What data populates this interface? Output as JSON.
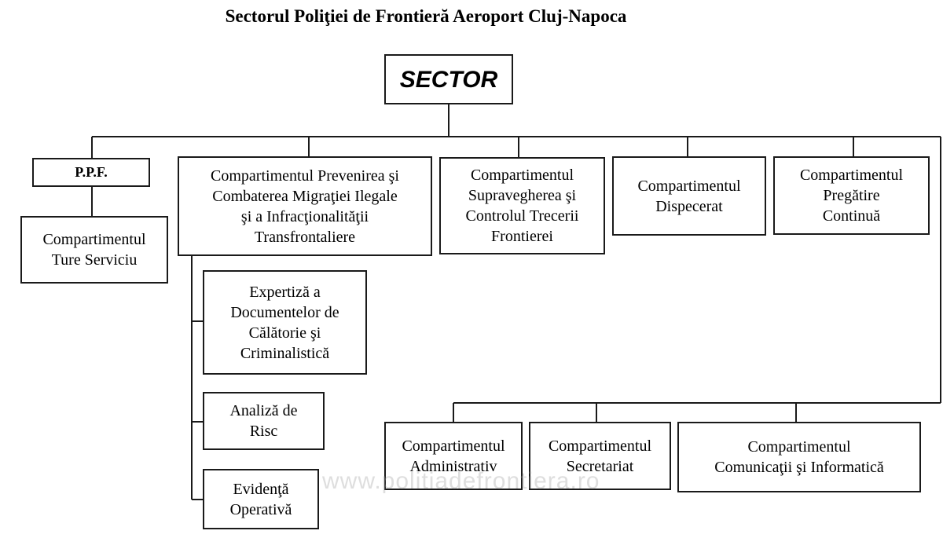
{
  "title": "Sectorul Poliţiei de Frontieră Aeroport Cluj-Napoca",
  "nodes": {
    "sector": "SECTOR",
    "ppf": "P.P.F.",
    "ture": "Compartimentul\nTure Serviciu",
    "migratie": "Compartimentul Prevenirea şi\nCombaterea Migraţiei Ilegale\nşi a Infracţionalităţii\nTransfrontaliere",
    "supraveghere": "Compartimentul\nSupravegherea şi\nControlul Trecerii\nFrontierei",
    "dispecerat": "Compartimentul\nDispecerat",
    "pregatire": "Compartimentul\nPregătire\nContinuă",
    "expertiza": "Expertiză a\nDocumentelor de\nCălătorie şi\nCriminalistică",
    "analiza": "Analiză de\nRisc",
    "evidenta": "Evidenţă\nOperativă",
    "administrativ": "Compartimentul\nAdministrativ",
    "secretariat": "Compartimentul\nSecretariat",
    "comunicatii": "Compartimentul\nComunicaţii şi Informatică"
  },
  "watermark": "www.politiadefrontiera.ro"
}
